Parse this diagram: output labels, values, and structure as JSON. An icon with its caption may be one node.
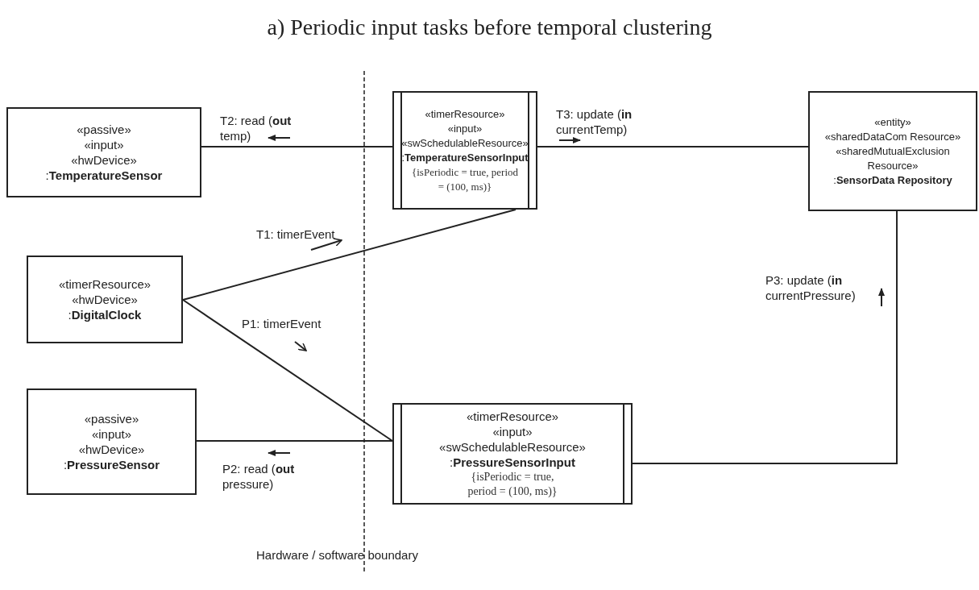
{
  "diagram": {
    "title": "a) Periodic input tasks before temporal clustering",
    "nodes": [
      {
        "text": [
          "«passive»",
          "«input»",
          "«hwDevice»",
          ":**TemperatureSensor**"
        ]
      },
      {
        "text": [
          "«timerResource»",
          "«input»",
          "«swSchedulableResource»",
          ":**TemperatureSensorInput**",
          "{isPeriodic = true, period = (100, ms)}"
        ]
      },
      {
        "text": [
          "«entity»",
          "«sharedDataCom Resource»",
          "«sharedMutualExclusion Resource»",
          ":**SensorData Repository**"
        ]
      },
      {
        "text": [
          "«timerResource»",
          "«hwDevice»",
          ":**DigitalClock**"
        ]
      },
      {
        "text": [
          "«passive»",
          "«input»",
          "«hwDevice»",
          ":**PressureSensor**"
        ]
      },
      {
        "text": [
          "«timerResource»",
          "«input»",
          "«swSchedulableResource»",
          ":**PressureSensorInput**",
          "{isPeriodic = true, period = (100, ms)}"
        ]
      }
    ],
    "edges": [
      {
        "from": 1,
        "to": 0,
        "arrow": "none",
        "label": "T2: read (**out** temp)"
      },
      {
        "from": 1,
        "to": 2,
        "arrow": "none",
        "label": "T3: update (**in** currentTemp)"
      },
      {
        "from": 3,
        "to": 1,
        "arrow": "none",
        "label": "T1: timerEvent"
      },
      {
        "from": 3,
        "to": 5,
        "arrow": "none",
        "label": "P1: timerEvent"
      },
      {
        "from": 5,
        "to": 4,
        "arrow": "none",
        "label": "P2: read (**out** pressure)"
      },
      {
        "from": 5,
        "to": 2,
        "arrow": "none",
        "label": "P3: update (**in** currentPressure)"
      }
    ],
    "labels": [
      "Hardware / software boundary"
    ]
  }
}
